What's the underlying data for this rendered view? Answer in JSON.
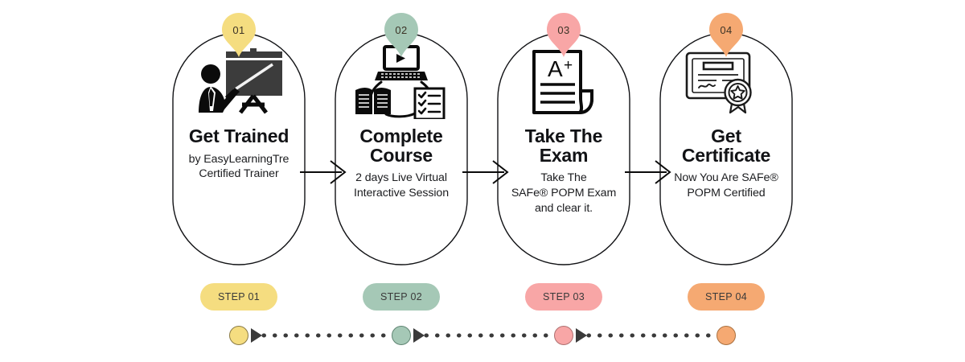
{
  "infographic": {
    "title_semantic": "certification-process-steps",
    "background_color": "#ffffff",
    "steps": [
      {
        "number": "01",
        "title": "Get Trained",
        "description": "by EasyLearningTre\nCertified Trainer",
        "chip_label": "STEP 01",
        "color": "#f5dd80",
        "icon": "trainer-presentation-icon"
      },
      {
        "number": "02",
        "title": "Complete\nCourse",
        "description": "2 days Live Virtual\nInteractive Session",
        "chip_label": "STEP 02",
        "color": "#a5c8b6",
        "icon": "elearning-cycle-icon"
      },
      {
        "number": "03",
        "title": "Take The\nExam",
        "description": "Take The\nSAFe® POPM Exam\nand clear it.",
        "chip_label": "STEP 03",
        "color": "#f8a6a6",
        "icon": "exam-paper-a-plus-icon"
      },
      {
        "number": "04",
        "title": "Get\nCertificate",
        "description": "Now You Are SAFe®\nPOPM Certified",
        "chip_label": "STEP 04",
        "color": "#f5a972",
        "icon": "certificate-award-icon"
      }
    ],
    "connectors": {
      "count": 3,
      "icon": "arrow-right-icon"
    },
    "timeline": {
      "icon": "dotted-progress-track",
      "dot_color": "#3a3a3a",
      "marker_colors": [
        "#f5dd80",
        "#a5c8b6",
        "#f8a6a6",
        "#f5a972"
      ],
      "arrow_icon": "triangle-right-icon",
      "arrow_count": 3
    }
  }
}
